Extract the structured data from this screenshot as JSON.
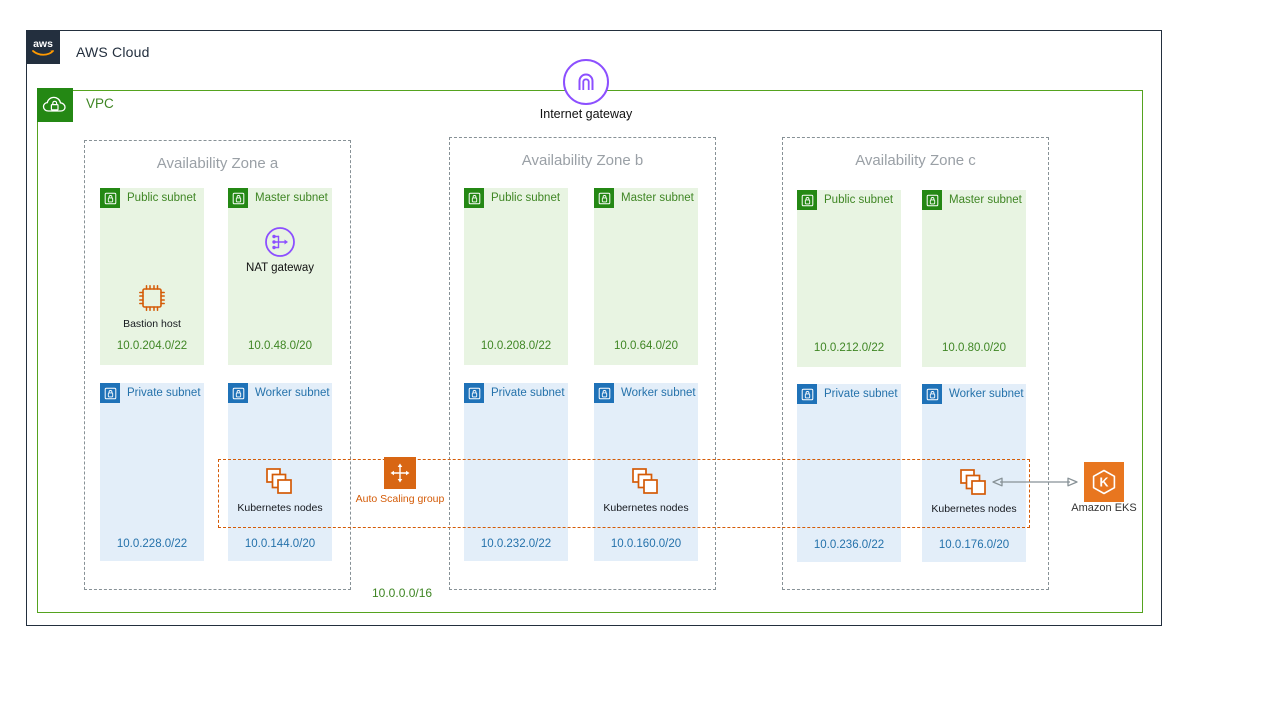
{
  "cloud": {
    "title": "AWS Cloud",
    "logo_icon": "aws-logo-icon"
  },
  "vpc": {
    "title": "VPC",
    "cidr": "10.0.0.0/16",
    "icon": "vpc-cloud-lock-icon",
    "border_color": "#55a31f",
    "label_color": "#3f8624"
  },
  "internet_gateway": {
    "label": "Internet gateway",
    "icon": "internet-gateway-icon",
    "color": "#8c4fff"
  },
  "auto_scaling_group": {
    "label": "Auto Scaling group",
    "icon": "auto-scaling-group-icon",
    "color": "#d45b07"
  },
  "eks": {
    "label": "Amazon EKS",
    "icon": "amazon-eks-icon",
    "color": "#e8761f"
  },
  "colors": {
    "subnet_green_bg": "#e8f4e2",
    "subnet_green_accent": "#248814",
    "subnet_blue_bg": "#e3eef9",
    "subnet_blue_accent": "#1f72b8",
    "orange": "#d45b07",
    "purple": "#8c4fff",
    "az_border": "#879196",
    "navy": "#232f3e"
  },
  "availability_zones": [
    {
      "title": "Availability Zone a",
      "subnets": [
        {
          "name": "Public subnet",
          "cidr": "10.0.204.0/22",
          "kind": "green",
          "icon": "subnet-lock-icon",
          "resources": [
            {
              "label": "Bastion host",
              "icon": "bastion-host-ec2-icon",
              "style": "orange-chip"
            }
          ]
        },
        {
          "name": "Master subnet",
          "cidr": "10.0.48.0/20",
          "kind": "green",
          "icon": "subnet-lock-icon",
          "resources": [
            {
              "label": "NAT gateway",
              "icon": "nat-gateway-icon",
              "style": "purple-circle"
            }
          ]
        },
        {
          "name": "Private subnet",
          "cidr": "10.0.228.0/22",
          "kind": "blue",
          "icon": "subnet-lock-icon",
          "resources": []
        },
        {
          "name": "Worker subnet",
          "cidr": "10.0.144.0/20",
          "kind": "blue",
          "icon": "subnet-lock-icon",
          "resources": [
            {
              "label": "Kubernetes nodes",
              "icon": "kubernetes-nodes-icon",
              "style": "orange-stack"
            }
          ]
        }
      ]
    },
    {
      "title": "Availability Zone b",
      "subnets": [
        {
          "name": "Public subnet",
          "cidr": "10.0.208.0/22",
          "kind": "green",
          "icon": "subnet-lock-icon",
          "resources": []
        },
        {
          "name": "Master subnet",
          "cidr": "10.0.64.0/20",
          "kind": "green",
          "icon": "subnet-lock-icon",
          "resources": []
        },
        {
          "name": "Private subnet",
          "cidr": "10.0.232.0/22",
          "kind": "blue",
          "icon": "subnet-lock-icon",
          "resources": []
        },
        {
          "name": "Worker subnet",
          "cidr": "10.0.160.0/20",
          "kind": "blue",
          "icon": "subnet-lock-icon",
          "resources": [
            {
              "label": "Kubernetes nodes",
              "icon": "kubernetes-nodes-icon",
              "style": "orange-stack"
            }
          ]
        }
      ]
    },
    {
      "title": "Availability Zone c",
      "subnets": [
        {
          "name": "Public subnet",
          "cidr": "10.0.212.0/22",
          "kind": "green",
          "icon": "subnet-lock-icon",
          "resources": []
        },
        {
          "name": "Master subnet",
          "cidr": "10.0.80.0/20",
          "kind": "green",
          "icon": "subnet-lock-icon",
          "resources": []
        },
        {
          "name": "Private subnet",
          "cidr": "10.0.236.0/22",
          "kind": "blue",
          "icon": "subnet-lock-icon",
          "resources": []
        },
        {
          "name": "Worker subnet",
          "cidr": "10.0.176.0/20",
          "kind": "blue",
          "icon": "subnet-lock-icon",
          "resources": [
            {
              "label": "Kubernetes nodes",
              "icon": "kubernetes-nodes-icon",
              "style": "orange-stack"
            }
          ]
        }
      ]
    }
  ]
}
